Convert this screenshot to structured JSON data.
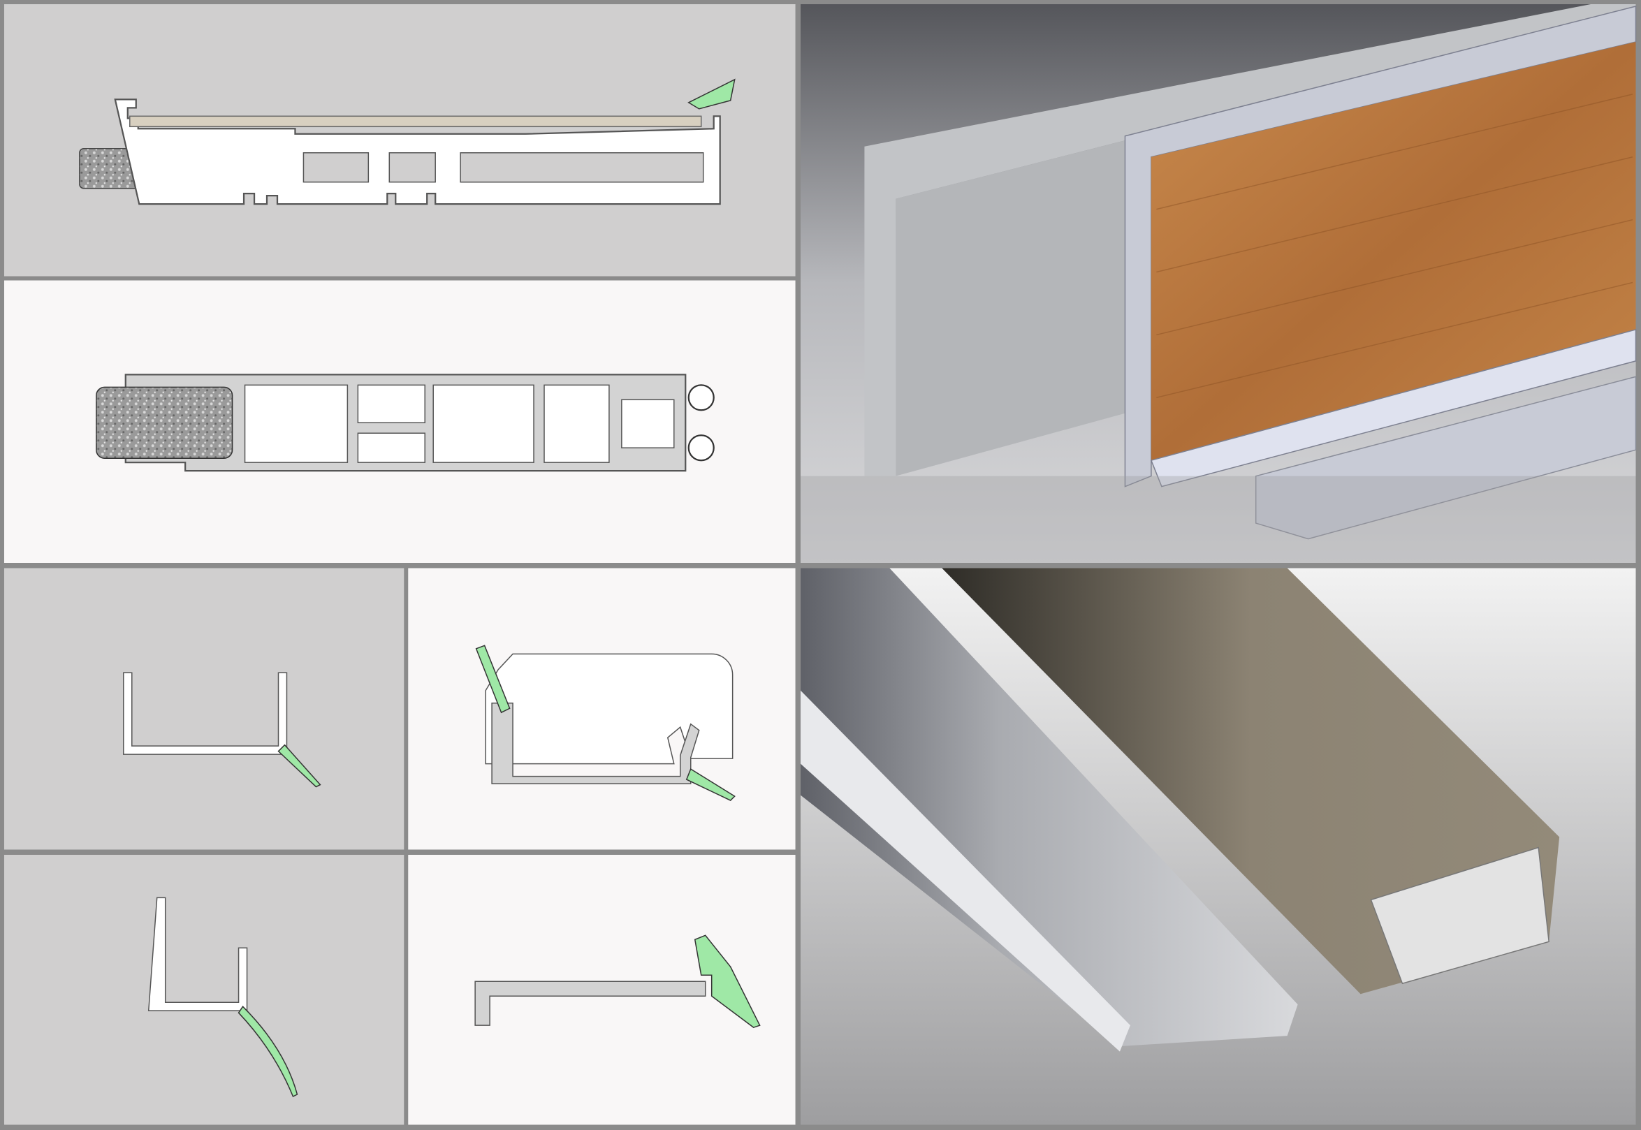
{
  "colors": {
    "frame": "#8b8b8b",
    "panel_gray": "#d0cfcf",
    "panel_white": "#f9f7f7",
    "profile_fill": "#ffffff",
    "profile_fill_gray": "#d3d3d3",
    "outline": "#555555",
    "seal_green": "#9fe8a6",
    "wood": "#b9773f",
    "aluminium": "#c8cbd2",
    "bronze": "#8c8373"
  },
  "panels": [
    {
      "id": "cross-section-top"
    },
    {
      "id": "cross-section-insulated"
    },
    {
      "id": "render-wood-profile"
    },
    {
      "id": "section-u-seal"
    },
    {
      "id": "section-clip-frame"
    },
    {
      "id": "section-u-curved-seal"
    },
    {
      "id": "section-angle-seal"
    },
    {
      "id": "render-bronze-profile"
    }
  ]
}
